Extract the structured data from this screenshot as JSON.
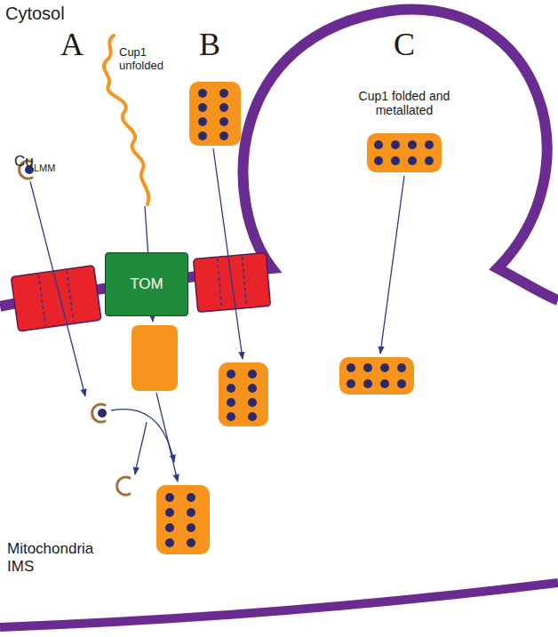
{
  "diagram": {
    "nodes": [
      {
        "text": [
          "TOM"
        ]
      }
    ],
    "labels": [
      "Cytosol",
      "A",
      "B",
      "C",
      "Cup1 unfolded",
      "Cu",
      "LMM",
      "Cup1 folded and metallated",
      "Mitochondria IMS"
    ]
  }
}
